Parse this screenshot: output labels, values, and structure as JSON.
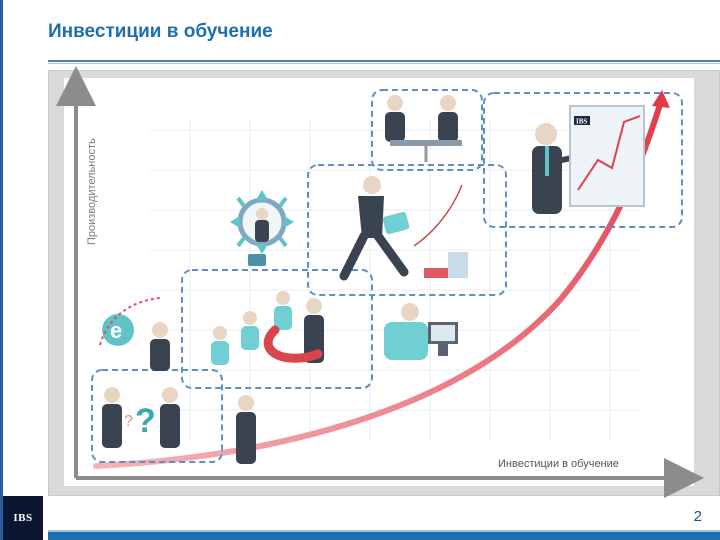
{
  "slide": {
    "title": "Инвестиции в обучение",
    "page_number": "2",
    "logo_text": "IBS"
  },
  "diagram": {
    "y_axis_label": "Производительность",
    "x_axis_label": "Инвестиции в обучение",
    "monitor_logo": "IBS",
    "question_mark": "?",
    "small_question_mark": "?",
    "e_letter": "e",
    "colors": {
      "curve": "#e0505c",
      "frame_dash": "#5f8fc9",
      "teal": "#5fc3c7",
      "suit": "#3a4350"
    },
    "stages": [
      {
        "icon": "questioning-people"
      },
      {
        "icon": "e-learning-group"
      },
      {
        "icon": "seminar-group"
      },
      {
        "icon": "computer-training"
      },
      {
        "icon": "career-growth"
      },
      {
        "icon": "coaching"
      },
      {
        "icon": "negotiation"
      },
      {
        "icon": "presentation"
      }
    ]
  }
}
